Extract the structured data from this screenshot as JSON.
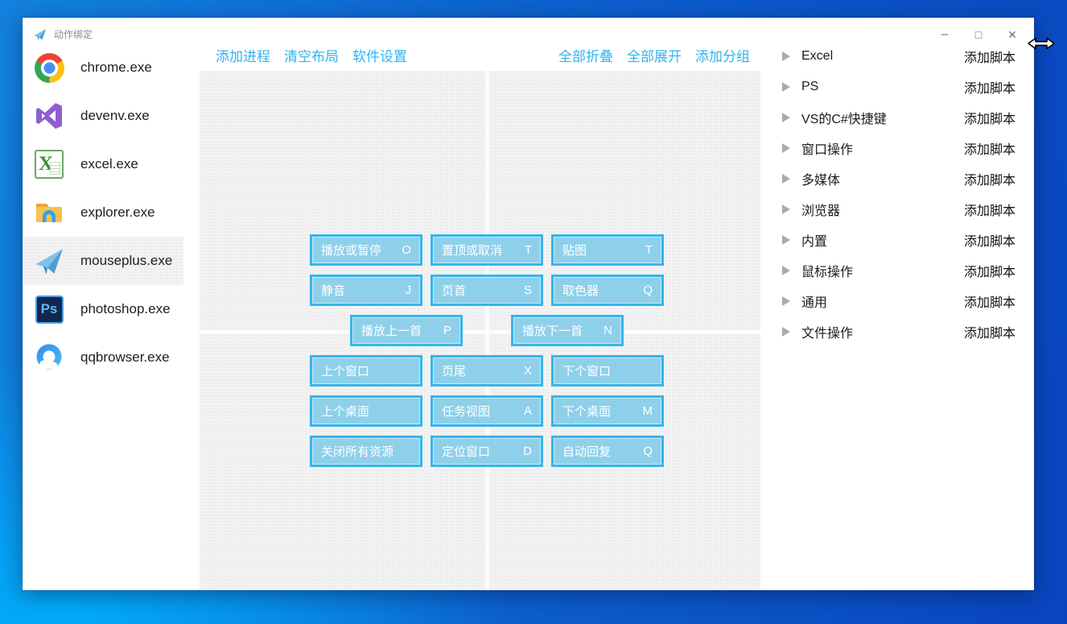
{
  "window": {
    "title": "动作绑定",
    "controls": {
      "minimize": "–",
      "maximize": "□",
      "close": "✕"
    }
  },
  "sidebar": {
    "items": [
      {
        "label": "chrome.exe",
        "icon": "chrome-icon"
      },
      {
        "label": "devenv.exe",
        "icon": "visual-studio-icon"
      },
      {
        "label": "excel.exe",
        "icon": "excel-icon"
      },
      {
        "label": "explorer.exe",
        "icon": "folder-icon"
      },
      {
        "label": "mouseplus.exe",
        "icon": "paper-plane-icon",
        "selected": true
      },
      {
        "label": "photoshop.exe",
        "icon": "photoshop-icon"
      },
      {
        "label": "qqbrowser.exe",
        "icon": "qqbrowser-icon"
      }
    ]
  },
  "toolbar": {
    "add_process": "添加进程",
    "clear_layout": "清空布局",
    "software_settings": "软件设置",
    "collapse_all": "全部折叠",
    "expand_all": "全部展开",
    "add_group": "添加分组"
  },
  "bindings": {
    "buttons": [
      {
        "label": "播放或暂停",
        "key": "O"
      },
      {
        "label": "置顶或取消",
        "key": "T"
      },
      {
        "label": "贴图",
        "key": "T"
      },
      {
        "label": "静音",
        "key": "J"
      },
      {
        "label": "页首",
        "key": "S"
      },
      {
        "label": "取色器",
        "key": "Q"
      },
      {
        "label": "播放上一首",
        "key": "P"
      },
      {
        "label": "播放下一首",
        "key": "N"
      },
      {
        "label": "上个窗口",
        "key": ""
      },
      {
        "label": "页尾",
        "key": "X"
      },
      {
        "label": "下个窗口",
        "key": ""
      },
      {
        "label": "上个桌面",
        "key": ""
      },
      {
        "label": "任务视图",
        "key": "A"
      },
      {
        "label": "下个桌面",
        "key": "M"
      },
      {
        "label": "关闭所有资源",
        "key": ""
      },
      {
        "label": "定位窗口",
        "key": "D"
      },
      {
        "label": "自动回复",
        "key": "Q"
      }
    ]
  },
  "groups": {
    "add_script_label": "添加脚本",
    "items": [
      "Excel",
      "PS",
      "VS的C#快捷键",
      "窗口操作",
      "多媒体",
      "浏览器",
      "内置",
      "鼠标操作",
      "通用",
      "文件操作"
    ]
  },
  "colors": {
    "accent": "#2fb3f0",
    "button_fill": "#8ed0ea",
    "button_border": "#34b6ec",
    "desktop_bright": "#00b2ff",
    "desktop_dark": "#0a45c0",
    "ps_icon_bg": "#13264e",
    "ps_icon_text": "#5cbcf5"
  }
}
